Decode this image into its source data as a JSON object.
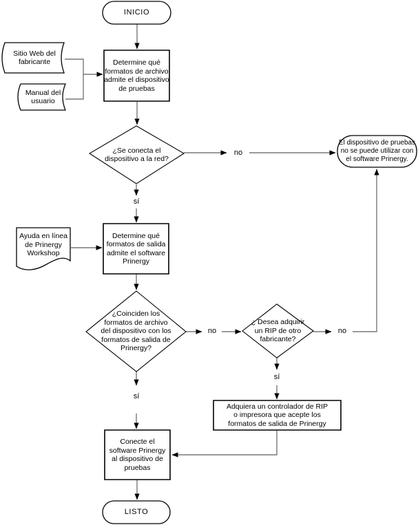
{
  "diagram": {
    "nodes": {
      "inicio": "INICIO",
      "sitio_web": "Sitio Web del\nfabricante",
      "manual": "Manual del\nusuario",
      "determine_archivo": "Determine qué\nformatos de archivo\nadmite el dispositivo\nde pruebas",
      "se_conecta": "¿Se conecta el\ndispositivo a la red?",
      "no_utilizable": "El dispositivo de pruebas\nno se puede utilizar con\nel software Prinergy.",
      "ayuda": "Ayuda en línea\nde Prinergy\nWorkshop",
      "determine_salida": "Determine qué\nformatos de salida\nadmite el software\nPrinergy",
      "coinciden": "¿Coinciden los\nformatos de archivo\ndel dispositivo con los\nformatos de salida de\nPrinergy?",
      "desea_adquirir": "¿ Desea adquirir\nun RIP de otro\nfabricante?",
      "adquiera": "Adquiera un controlador de RIP\no impresora que acepte los\nformatos de salida de Prinergy",
      "conecte": "Conecte el\nsoftware Prinergy\nal dispositivo de\npruebas",
      "listo": "LISTO"
    },
    "edge_labels": {
      "d1_no": "no",
      "d1_si": "sí",
      "d2_no": "no",
      "d2_si": "sí",
      "d3_no": "no",
      "d3_si": "sí"
    },
    "colors": {
      "background": "#ffffff",
      "shape_fill": "#ffffff",
      "shape_border": "#000000",
      "connector_line": "#787878",
      "arrowhead": "#000000",
      "text": "#000000"
    }
  }
}
